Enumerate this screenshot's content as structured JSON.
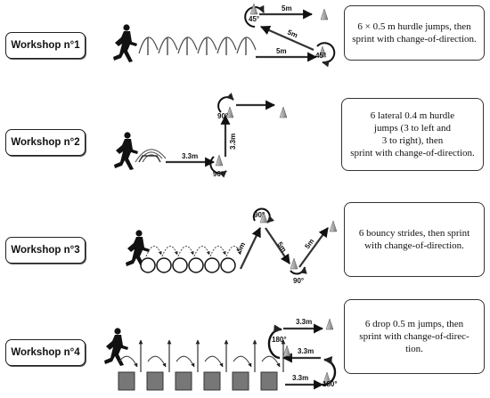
{
  "workshops": [
    {
      "title": "Workshop n°1",
      "description": "6 × 0.5 m hurdle jumps, then\nsprint with change-of-direction.",
      "labels": {
        "top": "5m",
        "diag": "5m",
        "bottom": "5m",
        "angle_a": "45°",
        "angle_b": "45°"
      }
    },
    {
      "title": "Workshop n°2",
      "description": "6 lateral 0.4 m hurdle\njumps (3 to left and\n3 to right), then\nsprint with change-of-direction.",
      "labels": {
        "approach": "3.3m",
        "vertical": "3.3m",
        "angle_a": "90°",
        "angle_b": "90°"
      }
    },
    {
      "title": "Workshop n°3",
      "description": "6 bouncy strides, then sprint\nwith change-of-direction.",
      "labels": {
        "seg1": "5m",
        "seg2": "5m",
        "seg3": "5m",
        "angle_a": "90°",
        "angle_b": "90°"
      }
    },
    {
      "title": "Workshop n°4",
      "description": "6 drop 0.5 m jumps, then\nsprint with change-of-direc-\ntion.",
      "labels": {
        "top": "3.3m",
        "middle": "3.3m",
        "bottom": "3.3m",
        "angle_a": "180°",
        "angle_b": "180°"
      }
    }
  ]
}
